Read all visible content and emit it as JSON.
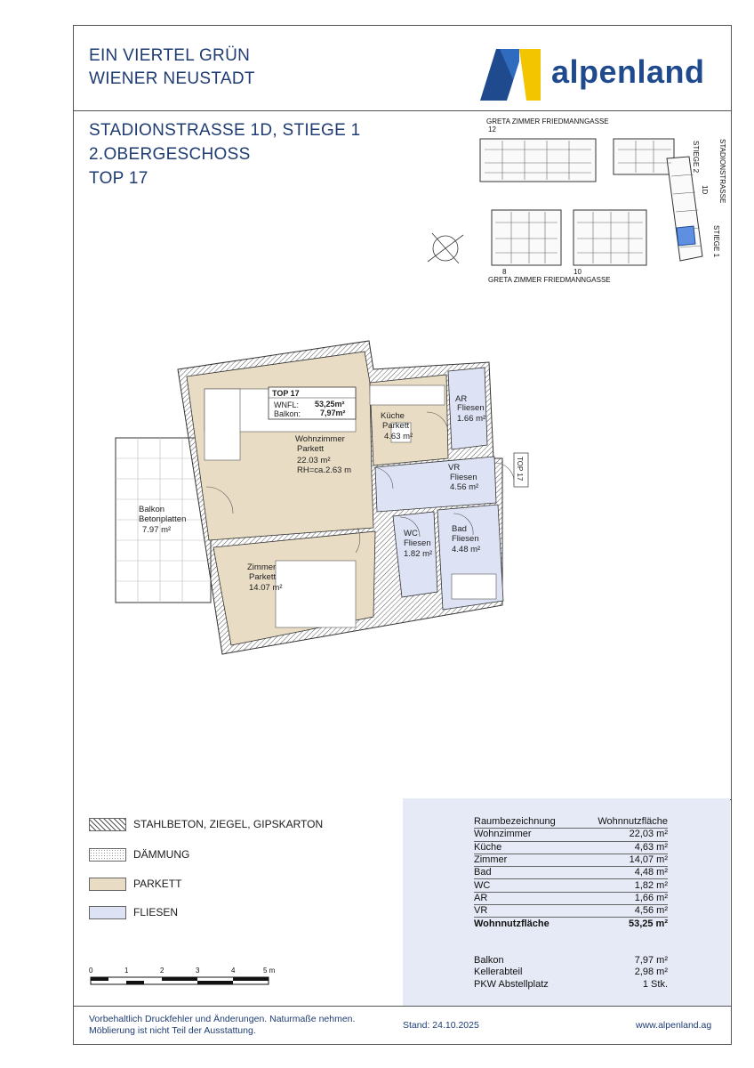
{
  "header": {
    "project_line1": "EIN VIERTEL GRÜN",
    "project_line2": "WIENER NEUSTADT",
    "address": "STADIONSTRASSE 1D, STIEGE 1",
    "floor": "2.OBERGESCHOSS",
    "unit": "TOP 17",
    "logo_text": "alpenland"
  },
  "site_plan": {
    "street_top": "GRETA ZIMMER FRIEDMANNGASSE",
    "num_12": "12",
    "street_bottom": "GRETA ZIMMER FRIEDMANNGASSE",
    "num_8": "8",
    "num_10": "10",
    "stadionstrasse": "STADIONSTRASSE",
    "num_1d": "1D",
    "stiege2": "STIEGE 2",
    "stiege1": "STIEGE 1"
  },
  "floor_plan": {
    "top_label": "TOP 17",
    "wnfl_label": "WNFL:",
    "wnfl_value": "53,25m²",
    "balkon_label": "Balkon:",
    "balkon_value": "7,97m²",
    "rooms": {
      "wohnzimmer": {
        "name": "Wohnzimmer",
        "floor": "Parkett",
        "area": "22.03  m²",
        "height": "RH=ca.2.63 m"
      },
      "kueche": {
        "name": "Küche",
        "floor": "Parkett",
        "area": "4.63    m²"
      },
      "ar": {
        "name": "AR",
        "floor": "Fliesen",
        "area": "1.66    m²"
      },
      "vr": {
        "name": "VR",
        "floor": "Fliesen",
        "area": "4.56    m²"
      },
      "wc": {
        "name": "WC",
        "floor": "Fliesen",
        "area": "1.82    m²"
      },
      "bad": {
        "name": "Bad",
        "floor": "Fliesen",
        "area": "4.48    m²"
      },
      "zimmer": {
        "name": "Zimmer",
        "floor": "Parkett",
        "area": "14.07  m²"
      },
      "balkon": {
        "name": "Balkon",
        "floor": "Betonplatten",
        "area": "7.97    m²"
      }
    },
    "entry_tag": "TOP 17"
  },
  "legend": {
    "items": [
      {
        "label": "STAHLBETON, ZIEGEL, GIPSKARTON"
      },
      {
        "label": "DÄMMUNG"
      },
      {
        "label": "PARKETT",
        "color": "#e8dcc4"
      },
      {
        "label": "FLIESEN",
        "color": "#dde3f5"
      }
    ]
  },
  "scale": {
    "ticks": [
      "0",
      "1",
      "2",
      "3",
      "4",
      "5 m"
    ]
  },
  "area_table": {
    "col1": "Raumbezeichnung",
    "col2": "Wohnnutzfläche",
    "rows": [
      {
        "name": "Wohnzimmer",
        "value": "22,03 m²"
      },
      {
        "name": "Küche",
        "value": "4,63 m²"
      },
      {
        "name": "Zimmer",
        "value": "14,07 m²"
      },
      {
        "name": "Bad",
        "value": "4,48 m²"
      },
      {
        "name": "WC",
        "value": "1,82 m²"
      },
      {
        "name": "AR",
        "value": "1,66 m²"
      },
      {
        "name": "VR",
        "value": "4,56 m²"
      }
    ],
    "total_label": "Wohnnutzfläche",
    "total_value": "53,25 m²",
    "extras": [
      {
        "name": "Balkon",
        "value": "7,97 m²"
      },
      {
        "name": "Kellerabteil",
        "value": "2,98 m²"
      },
      {
        "name": "PKW Abstellplatz",
        "value": "1 Stk."
      }
    ]
  },
  "footer": {
    "disclaimer1": "Vorbehaltlich Druckfehler und Änderungen. Naturmaße nehmen.",
    "disclaimer2": "Möblierung ist nicht Teil der Ausstattung.",
    "stand": "Stand: 24.10.2025",
    "website": "www.alpenland.ag"
  },
  "colors": {
    "brand_blue": "#1f4b8e",
    "brand_yellow": "#f3c500",
    "parkett": "#e8dcc4",
    "fliesen": "#dde3f5",
    "table_bg": "#e6e9f6"
  }
}
